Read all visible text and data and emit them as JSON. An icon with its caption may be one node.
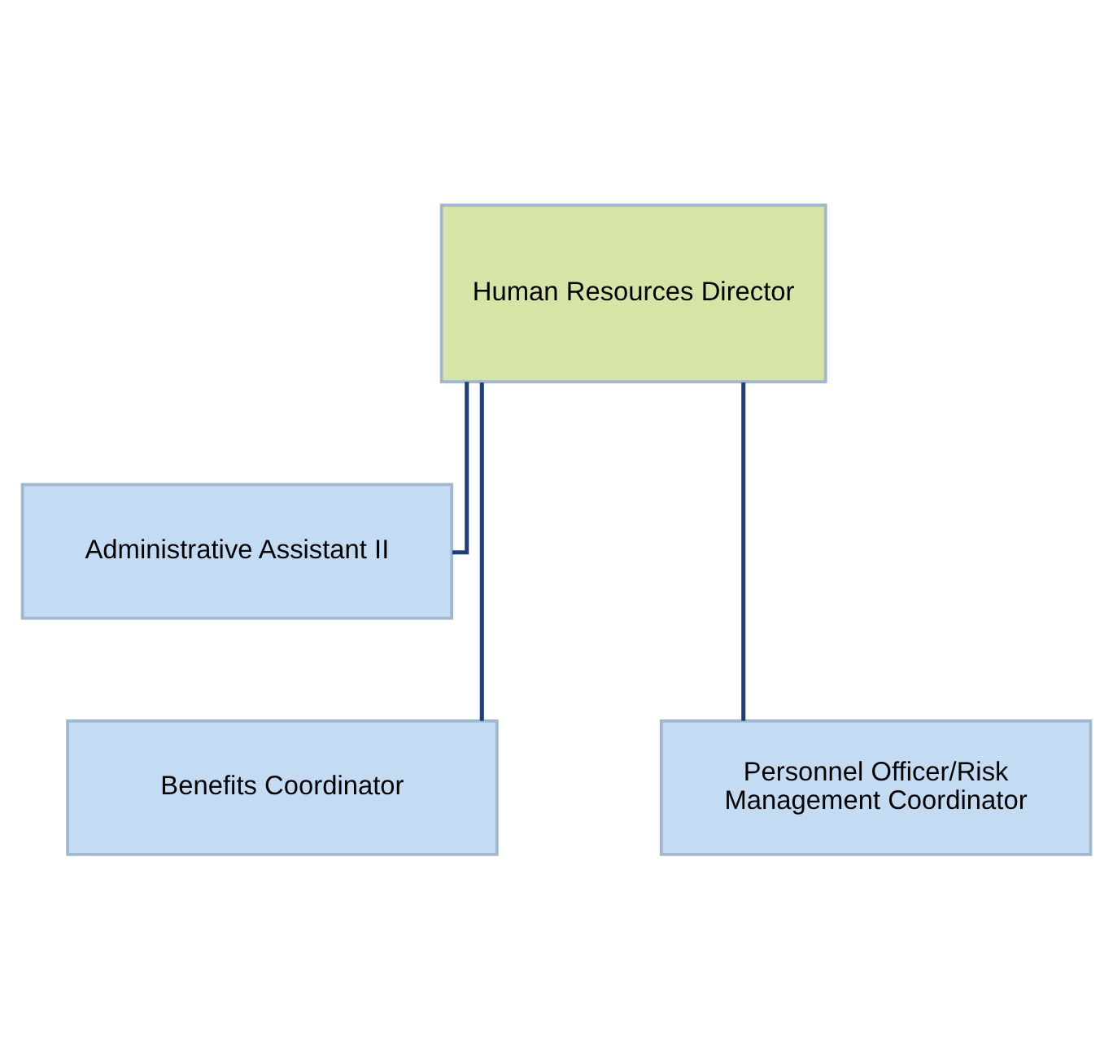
{
  "diagram": {
    "nodes": [
      {
        "text": [
          "Human Resources Director"
        ]
      },
      {
        "text": [
          "Administrative Assistant II"
        ]
      },
      {
        "text": [
          "Benefits Coordinator"
        ]
      },
      {
        "text": [
          "Personnel Officer/Risk Management Coordinator"
        ]
      }
    ],
    "edges": [
      {
        "from": 0,
        "to": 1,
        "arrow": "none"
      },
      {
        "from": 0,
        "to": 2,
        "arrow": "none"
      },
      {
        "from": 0,
        "to": 3,
        "arrow": "none"
      }
    ]
  }
}
